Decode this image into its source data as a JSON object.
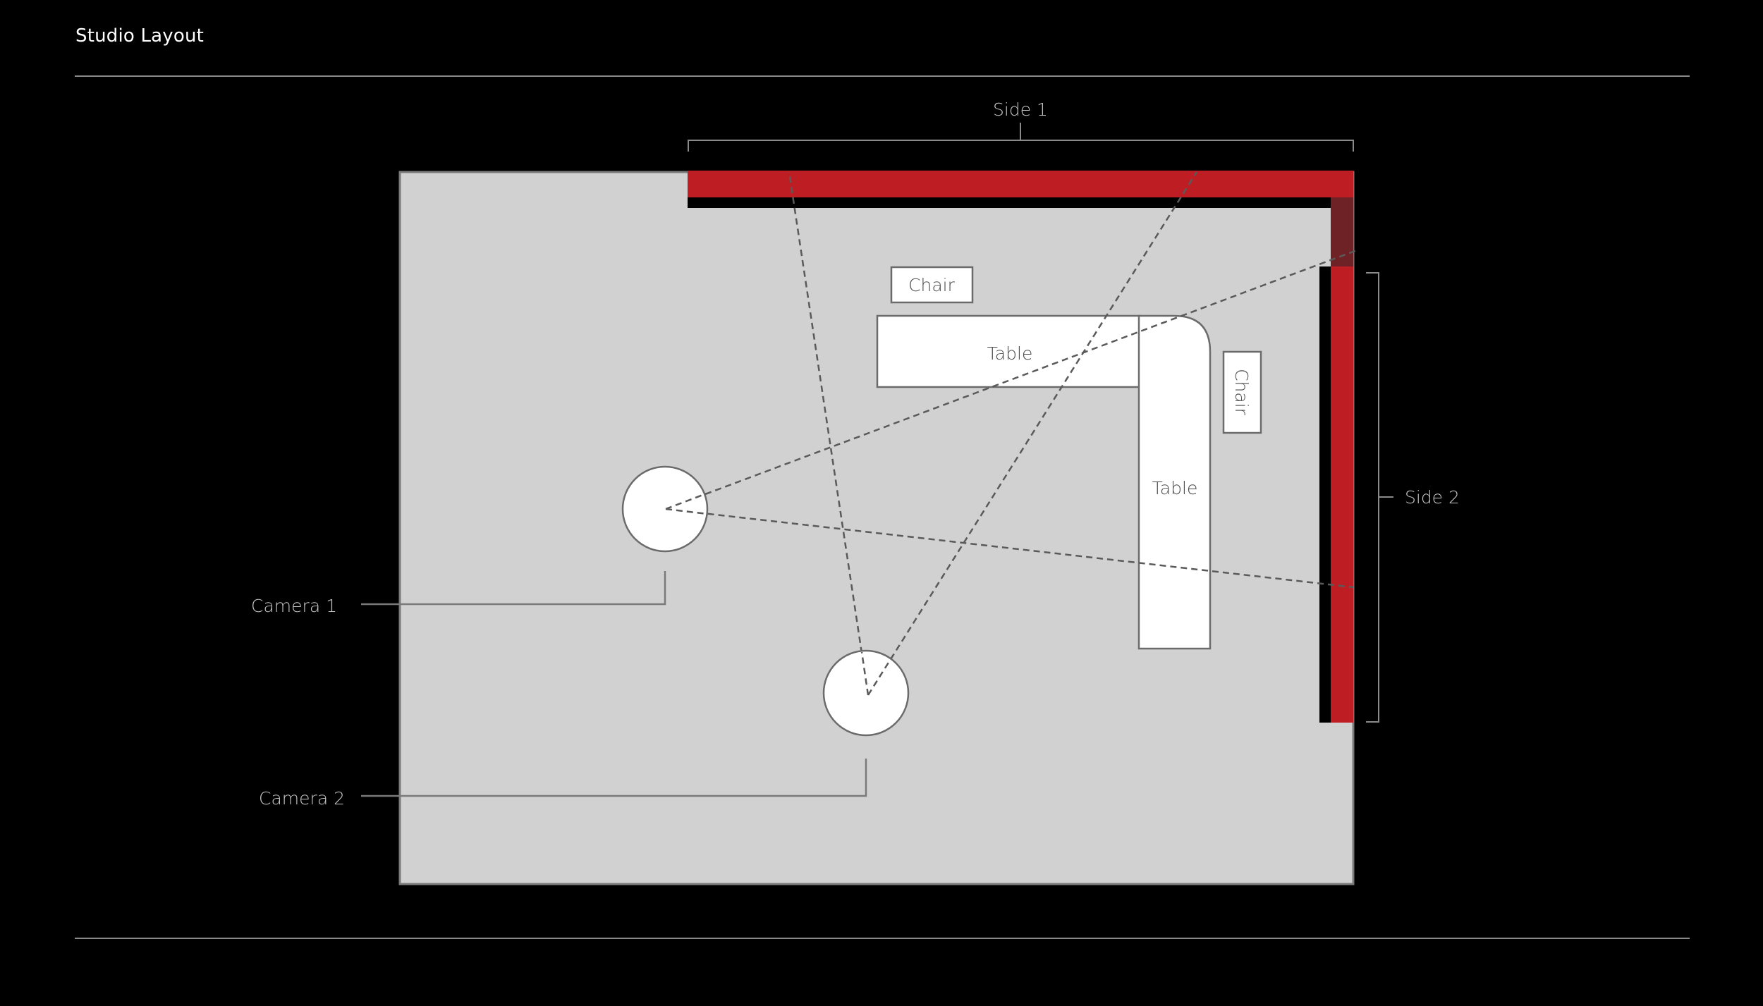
{
  "title": "Studio Layout",
  "labels": {
    "side1": "Side 1",
    "side2": "Side 2",
    "camera1": "Camera 1",
    "camera2": "Camera 2",
    "chair_top": "Chair",
    "chair_right": "Chair",
    "table_horizontal": "Table",
    "table_vertical": "Table"
  },
  "colors": {
    "background": "#000000",
    "floor": "#d1d1d1",
    "wall": "#be1e23",
    "wall_shadow": "#000000",
    "wall_overlap": "#6e2225",
    "outline": "#6b6b6b",
    "furniture": "#ffffff",
    "text_on_dark": "#c8c8c8",
    "text_on_light": "#4a4a4a"
  }
}
